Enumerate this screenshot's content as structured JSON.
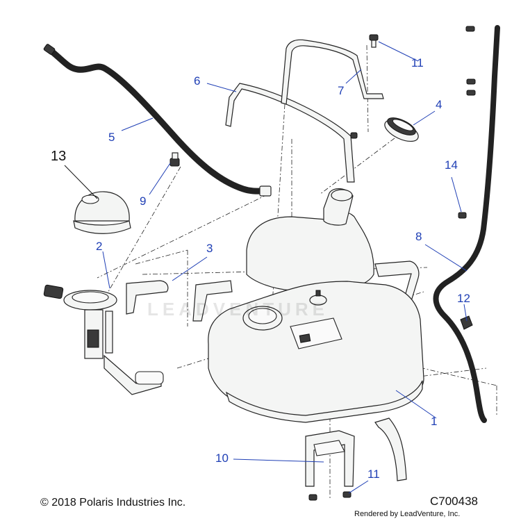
{
  "diagram": {
    "callouts": [
      {
        "id": "1",
        "label": "1"
      },
      {
        "id": "2",
        "label": "2"
      },
      {
        "id": "3",
        "label": "3"
      },
      {
        "id": "4",
        "label": "4"
      },
      {
        "id": "5",
        "label": "5"
      },
      {
        "id": "6",
        "label": "6"
      },
      {
        "id": "7",
        "label": "7"
      },
      {
        "id": "8",
        "label": "8"
      },
      {
        "id": "9",
        "label": "9"
      },
      {
        "id": "10",
        "label": "10"
      },
      {
        "id": "11a",
        "label": "11"
      },
      {
        "id": "11b",
        "label": "11"
      },
      {
        "id": "12",
        "label": "12"
      },
      {
        "id": "13",
        "label": "13"
      },
      {
        "id": "14",
        "label": "14"
      }
    ],
    "watermark": "LEADVENTURE",
    "colors": {
      "callout": "#1f3fb5",
      "line": "#222222",
      "background": "#ffffff"
    }
  },
  "footer": {
    "copyright": "© 2018 Polaris Industries Inc.",
    "part_code": "C700438",
    "rendered_by": "Rendered by LeadVenture, Inc."
  }
}
